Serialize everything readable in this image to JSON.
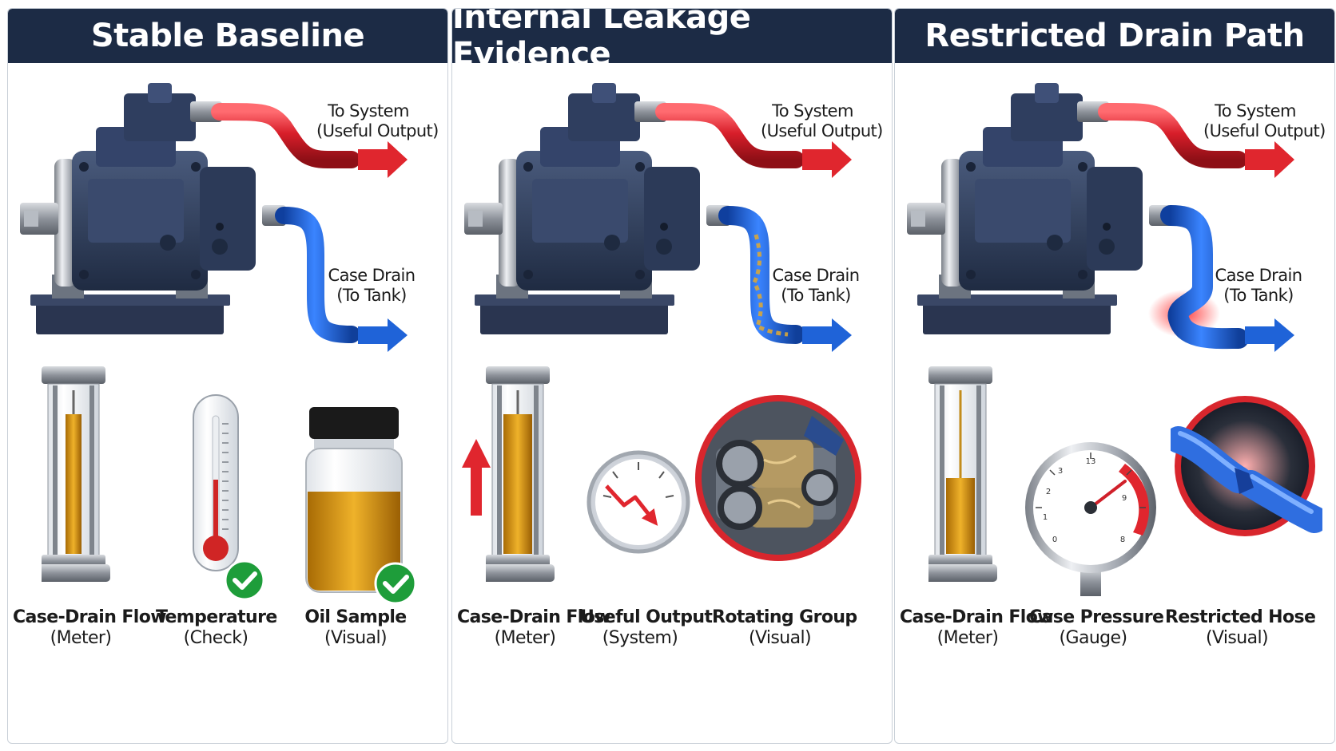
{
  "panels": [
    {
      "title": "Stable Baseline",
      "pressure_label": [
        "To System",
        "(Useful Output)"
      ],
      "drain_label": [
        "Case Drain",
        "(To Tank)"
      ],
      "cards": [
        {
          "line1": "Case-Drain Flow",
          "line2": "(Meter)",
          "icon": "flow-meter-icon"
        },
        {
          "line1": "Temperature",
          "line2": "(Check)",
          "icon": "thermometer-icon"
        },
        {
          "line1": "Oil Sample",
          "line2": "(Visual)",
          "icon": "oil-sample-jar-icon"
        }
      ]
    },
    {
      "title": "Internal Leakage Evidence",
      "pressure_label": [
        "To System",
        "(Useful Output)"
      ],
      "drain_label": [
        "Case Drain",
        "(To Tank)"
      ],
      "cards": [
        {
          "line1": "Case-Drain Flow",
          "line2": "(Meter)",
          "icon": "flow-meter-icon"
        },
        {
          "line1": "Useful Output",
          "line2": "(System)",
          "icon": "declining-output-gauge-icon"
        },
        {
          "line1": "Rotating Group",
          "line2": "(Visual)",
          "icon": "rotating-group-icon"
        }
      ]
    },
    {
      "title": "Restricted Drain Path",
      "pressure_label": [
        "To System",
        "(Useful Output)"
      ],
      "drain_label": [
        "Case Drain",
        "(To Tank)"
      ],
      "cards": [
        {
          "line1": "Case-Drain Flow",
          "line2": "(Meter)",
          "icon": "flow-meter-icon"
        },
        {
          "line1": "Case Pressure",
          "line2": "(Gauge)",
          "icon": "pressure-gauge-icon"
        },
        {
          "line1": "Restricted Hose",
          "line2": "(Visual)",
          "icon": "kinked-hose-icon"
        }
      ]
    }
  ],
  "colors": {
    "header": "#1c2b45",
    "pressure_line": "#d81e2a",
    "drain_line": "#1f63d8",
    "pump_body": "#2f3e5c",
    "oil": "#d3960f",
    "check": "#1e9d3a",
    "warning": "#e0262e"
  },
  "gauge_scale": [
    "0",
    "1",
    "2",
    "3",
    "8",
    "9",
    "13"
  ]
}
